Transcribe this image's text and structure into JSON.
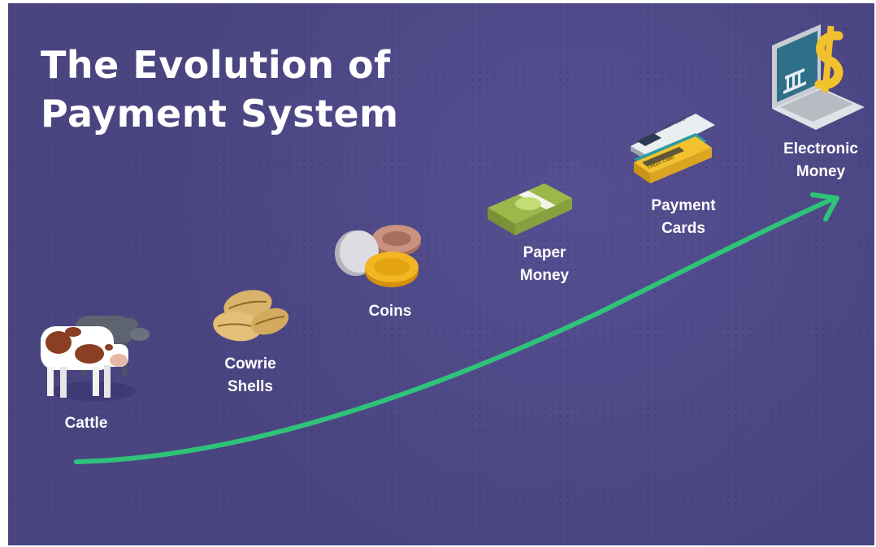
{
  "title": {
    "line1": "The Evolution of",
    "line2": "Payment System"
  },
  "stages": [
    {
      "label_line1": "Cattle",
      "label_line2": ""
    },
    {
      "label_line1": "Cowrie",
      "label_line2": "Shells"
    },
    {
      "label_line1": "Coins",
      "label_line2": ""
    },
    {
      "label_line1": "Paper",
      "label_line2": "Money"
    },
    {
      "label_line1": "Payment",
      "label_line2": "Cards"
    },
    {
      "label_line1": "Electronic",
      "label_line2": "Money"
    }
  ],
  "card_texts": {
    "card_top": "DEBIT CARD",
    "card_front": "CREDIT CARD"
  },
  "colors": {
    "background": "#4a4580",
    "arrow": "#2fc279",
    "text": "#ffffff"
  },
  "icons": [
    "cattle-icon",
    "cowrie-shells-icon",
    "coins-icon",
    "paper-money-icon",
    "payment-cards-icon",
    "electronic-money-laptop-icon"
  ]
}
